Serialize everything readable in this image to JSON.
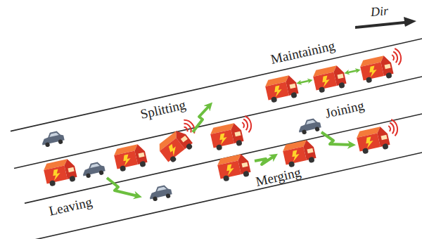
{
  "diagram": {
    "labels": [
      "Dir",
      "Maintaining",
      "Splitting",
      "Joining",
      "Leaving",
      "Merging"
    ]
  }
}
